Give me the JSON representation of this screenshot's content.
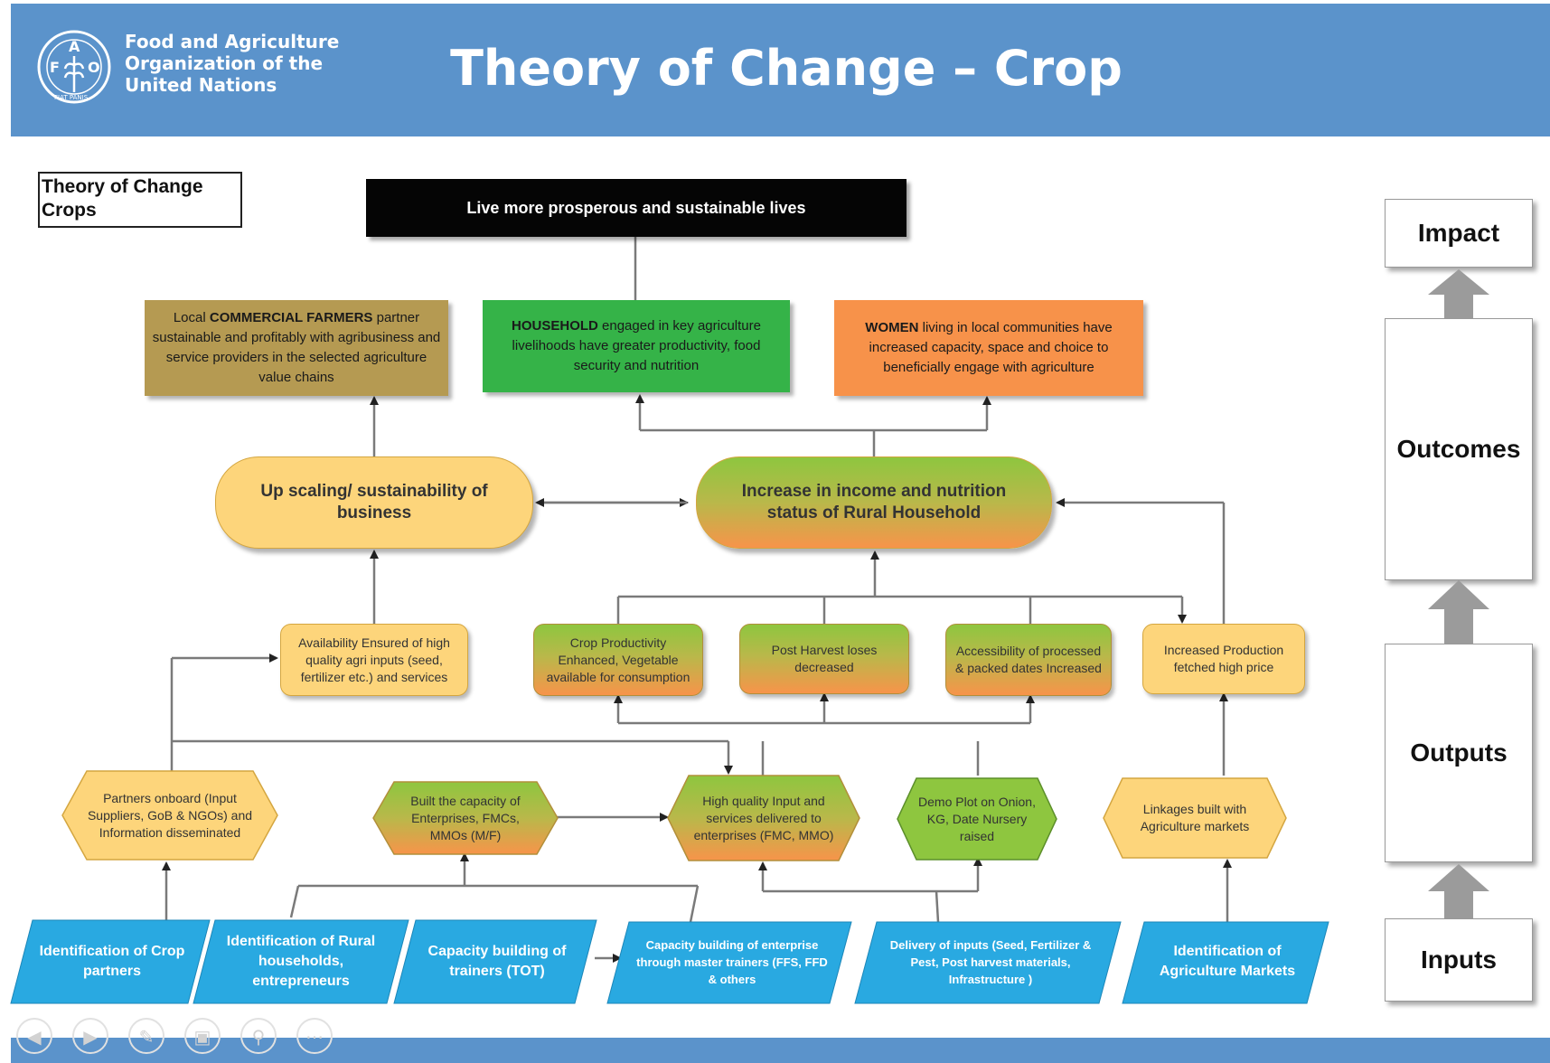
{
  "header": {
    "org_line1": "Food and Agriculture",
    "org_line2": "Organization of the",
    "org_line3": "United Nations",
    "title": "Theory of Change – Crop",
    "logo_letters": [
      "F",
      "A",
      "O"
    ],
    "logo_motto": "FIAT PANIS"
  },
  "diagram": {
    "tag_line1": "Theory of Change",
    "tag_line2": "Crops",
    "goal": "Live more prosperous and sustainable lives",
    "outcome_1": {
      "bold": "COMMERCIAL FARMERS",
      "pre": "Local ",
      "post": " partner sustainable and profitably with agribusiness and service providers in the selected agriculture value chains"
    },
    "outcome_2": {
      "bold": "HOUSEHOLD",
      "pre": "",
      "post": " engaged in key agriculture livelihoods have greater productivity, food security and nutrition"
    },
    "outcome_3": {
      "bold": "WOMEN",
      "pre": "",
      "post": " living in local communities have increased capacity, space and choice to beneficially engage with agriculture"
    },
    "intermediate_1": "Up scaling/ sustainability of business",
    "intermediate_2": "Increase in income and nutrition status of Rural Household",
    "sub_outcomes": [
      "Availability Ensured of high quality agri inputs (seed, fertilizer etc.) and services",
      "Crop Productivity Enhanced, Vegetable available for consumption",
      "Post Harvest loses decreased",
      "Accessibility of processed & packed dates Increased",
      "Increased Production fetched high price"
    ],
    "outputs": [
      "Partners onboard (Input Suppliers, GoB & NGOs) and Information disseminated",
      "Built the capacity of Enterprises, FMCs, MMOs (M/F)",
      "High quality Input and services delivered to enterprises (FMC, MMO)",
      "Demo Plot on Onion, KG, Date Nursery raised",
      "Linkages built with Agriculture markets"
    ],
    "inputs": [
      "Identification of Crop partners",
      "Identification of Rural households, entrepreneurs",
      "Capacity building of trainers (TOT)",
      "Capacity building of enterprise through master trainers (FFS, FFD & others",
      "Delivery of inputs (Seed, Fertilizer & Pest, Post harvest materials, Infrastructure )",
      "Identification of Agriculture Markets"
    ],
    "colors": {
      "header_blue": "#5b93cb",
      "input_blue": "#29a9e1",
      "yellow": "#fdd57b",
      "green": "#35b348",
      "orange": "#f7924a",
      "khaki": "#b59a52"
    }
  },
  "levels": {
    "impact": "Impact",
    "outcomes": "Outcomes",
    "outputs": "Outputs",
    "inputs": "Inputs"
  },
  "nav": {
    "prev_icon": "arrow-left-icon",
    "next_icon": "arrow-right-icon",
    "pen_icon": "pen-icon",
    "slides_icon": "slides-icon",
    "zoom_icon": "magnifier-icon",
    "more_icon": "more-icon"
  }
}
